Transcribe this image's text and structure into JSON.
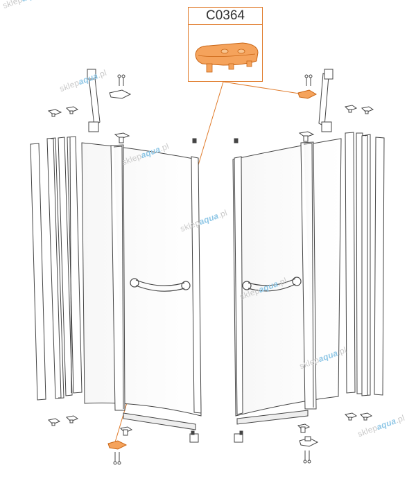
{
  "callout": {
    "part_code": "C0364",
    "highlight_color": "#e07b2b"
  },
  "watermark": {
    "prefix": "sklep",
    "brand": "aqua",
    "suffix": ".pl",
    "brand_color": "#8fc7e6",
    "text_color": "#c9c9c9"
  }
}
